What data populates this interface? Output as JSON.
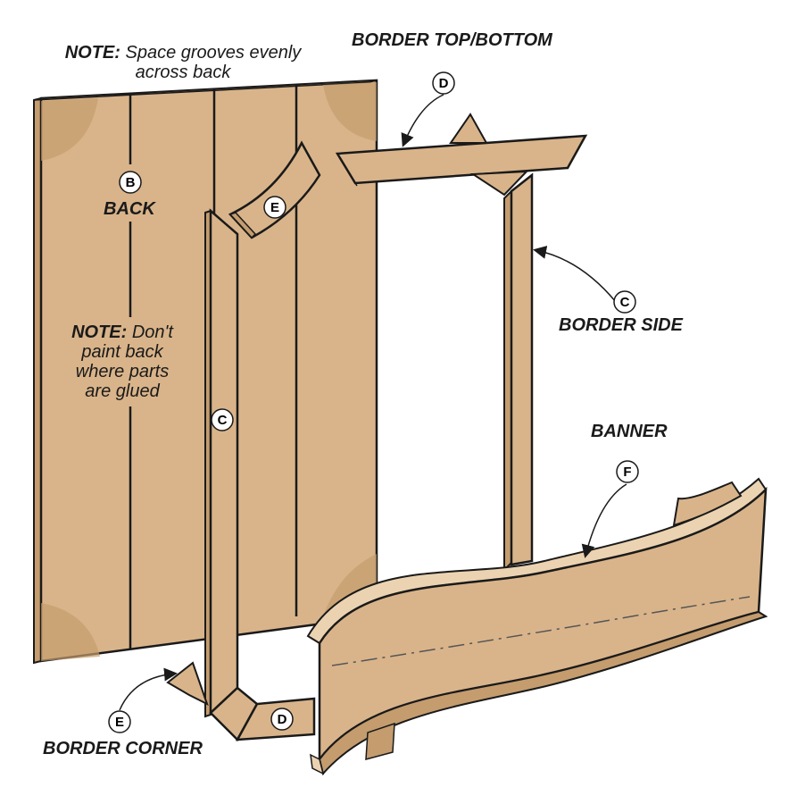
{
  "notes": {
    "grooves": {
      "prefix": "NOTE:",
      "line1": "Space grooves evenly",
      "line2": "across back"
    },
    "paint": {
      "prefix": "NOTE:",
      "line1": "Don't",
      "line2": "paint back",
      "line3": "where parts",
      "line4": "are glued"
    }
  },
  "labels": {
    "border_top_bottom": "BORDER TOP/BOTTOM",
    "back": "BACK",
    "border_side": "BORDER SIDE",
    "banner": "BANNER",
    "border_corner": "BORDER CORNER"
  },
  "callouts": {
    "back": "B",
    "border_side": "C",
    "border_side_left": "C",
    "border_top": "D",
    "border_bottom": "D",
    "corner_top": "E",
    "corner_bottom": "E",
    "banner": "F"
  },
  "colors": {
    "wood": "#D9B48A",
    "wood_dark": "#C49C6E",
    "wood_light": "#EBD3B2",
    "edge_light": "#F3E7D2",
    "outline": "#1a1a1a"
  }
}
